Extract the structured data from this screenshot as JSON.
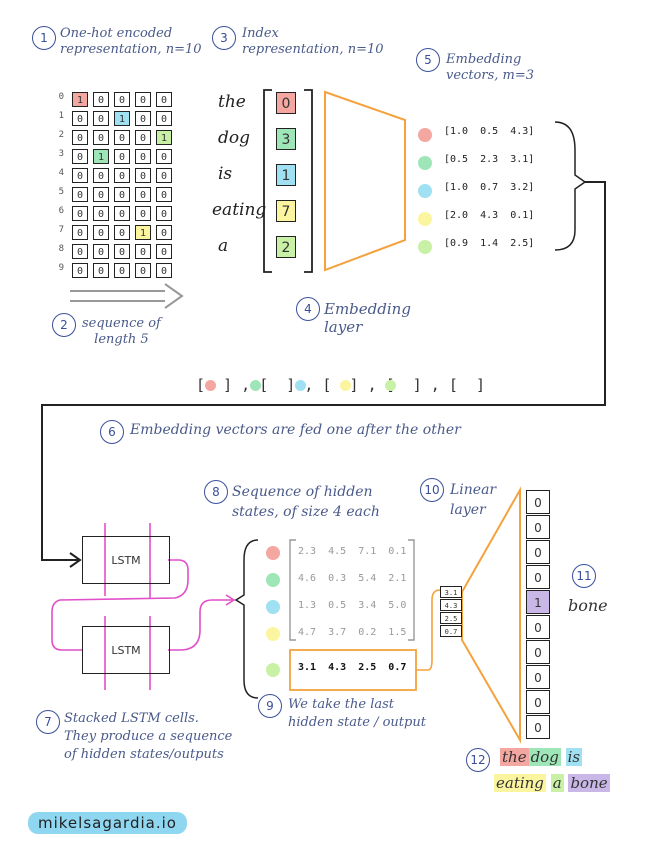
{
  "colors": {
    "red": "#f4a7a0",
    "green": "#9ee6b8",
    "blue": "#9fe0f2",
    "yellow": "#fbf5a0",
    "lightgreen": "#c9f1a5",
    "purple": "#c9b7e8",
    "orange": "#f4a23d",
    "magenta": "#e14fc9",
    "navy": "#3a4f9a"
  },
  "steps": {
    "s1": {
      "num": "1",
      "text": "One-hot encoded\nrepresentation, n=10"
    },
    "s2": {
      "num": "2",
      "text": "sequence of\nlength 5"
    },
    "s3": {
      "num": "3",
      "text": "Index\nrepresentation, n=10"
    },
    "s4": {
      "num": "4",
      "text": "Embedding\nlayer"
    },
    "s5": {
      "num": "5",
      "text": "Embedding\nvectors, m=3"
    },
    "s6": {
      "num": "6",
      "text": "Embedding vectors are fed one after the other"
    },
    "s7": {
      "num": "7",
      "text": "Stacked LSTM cells.\nThey produce a sequence\nof hidden states/outputs"
    },
    "s8": {
      "num": "8",
      "text": "Sequence of hidden\nstates, of size 4 each"
    },
    "s9": {
      "num": "9",
      "text": "We take the last\nhidden state / output"
    },
    "s10": {
      "num": "10",
      "text": "Linear\nlayer"
    },
    "s11": {
      "num": "11",
      "text": "bone"
    },
    "s12": {
      "num": "12"
    }
  },
  "onehot": {
    "row_index": [
      "0",
      "1",
      "2",
      "3",
      "4",
      "5",
      "6",
      "7",
      "8",
      "9"
    ],
    "columns": [
      [
        "1",
        "0",
        "0",
        "0",
        "0",
        "0",
        "0",
        "0",
        "0",
        "0"
      ],
      [
        "0",
        "0",
        "0",
        "1",
        "0",
        "0",
        "0",
        "0",
        "0",
        "0"
      ],
      [
        "0",
        "1",
        "0",
        "0",
        "0",
        "0",
        "0",
        "0",
        "0",
        "0"
      ],
      [
        "0",
        "0",
        "0",
        "0",
        "0",
        "0",
        "0",
        "1",
        "0",
        "0"
      ],
      [
        "0",
        "0",
        "1",
        "0",
        "0",
        "0",
        "0",
        "0",
        "0",
        "0"
      ]
    ]
  },
  "words": [
    "the",
    "dog",
    "is",
    "eating",
    "a"
  ],
  "indices": [
    "0",
    "3",
    "1",
    "7",
    "2"
  ],
  "embeddings": [
    "1.0  0.5  4.3",
    "0.5  2.3  3.1",
    "1.0  0.7  3.2",
    "2.0  4.3  0.1",
    "0.9  1.4  2.5"
  ],
  "feed_sequence": "[  ] , [  ] , [  ] , [  ] , [  ]",
  "lstm": {
    "label_top": "LSTM",
    "label_bottom": "LSTM"
  },
  "hidden_states": [
    "2.3  4.5  7.1  0.1",
    "4.6  0.3  5.4  2.1",
    "1.3  0.5  3.4  5.0",
    "4.7  3.7  0.2  1.5"
  ],
  "last_hidden": "3.1  4.3  2.5  0.7",
  "last_hidden_vec": [
    "3.1",
    "4.3",
    "2.5",
    "0.7"
  ],
  "output": [
    "0",
    "0",
    "0",
    "0",
    "1",
    "0",
    "0",
    "0",
    "0",
    "0"
  ],
  "sentence": {
    "w1": "the",
    "w2": "dog",
    "w3": "is",
    "w4": "eating",
    "w5": "a",
    "w6": "bone"
  },
  "site": "mikelsagardia.io"
}
